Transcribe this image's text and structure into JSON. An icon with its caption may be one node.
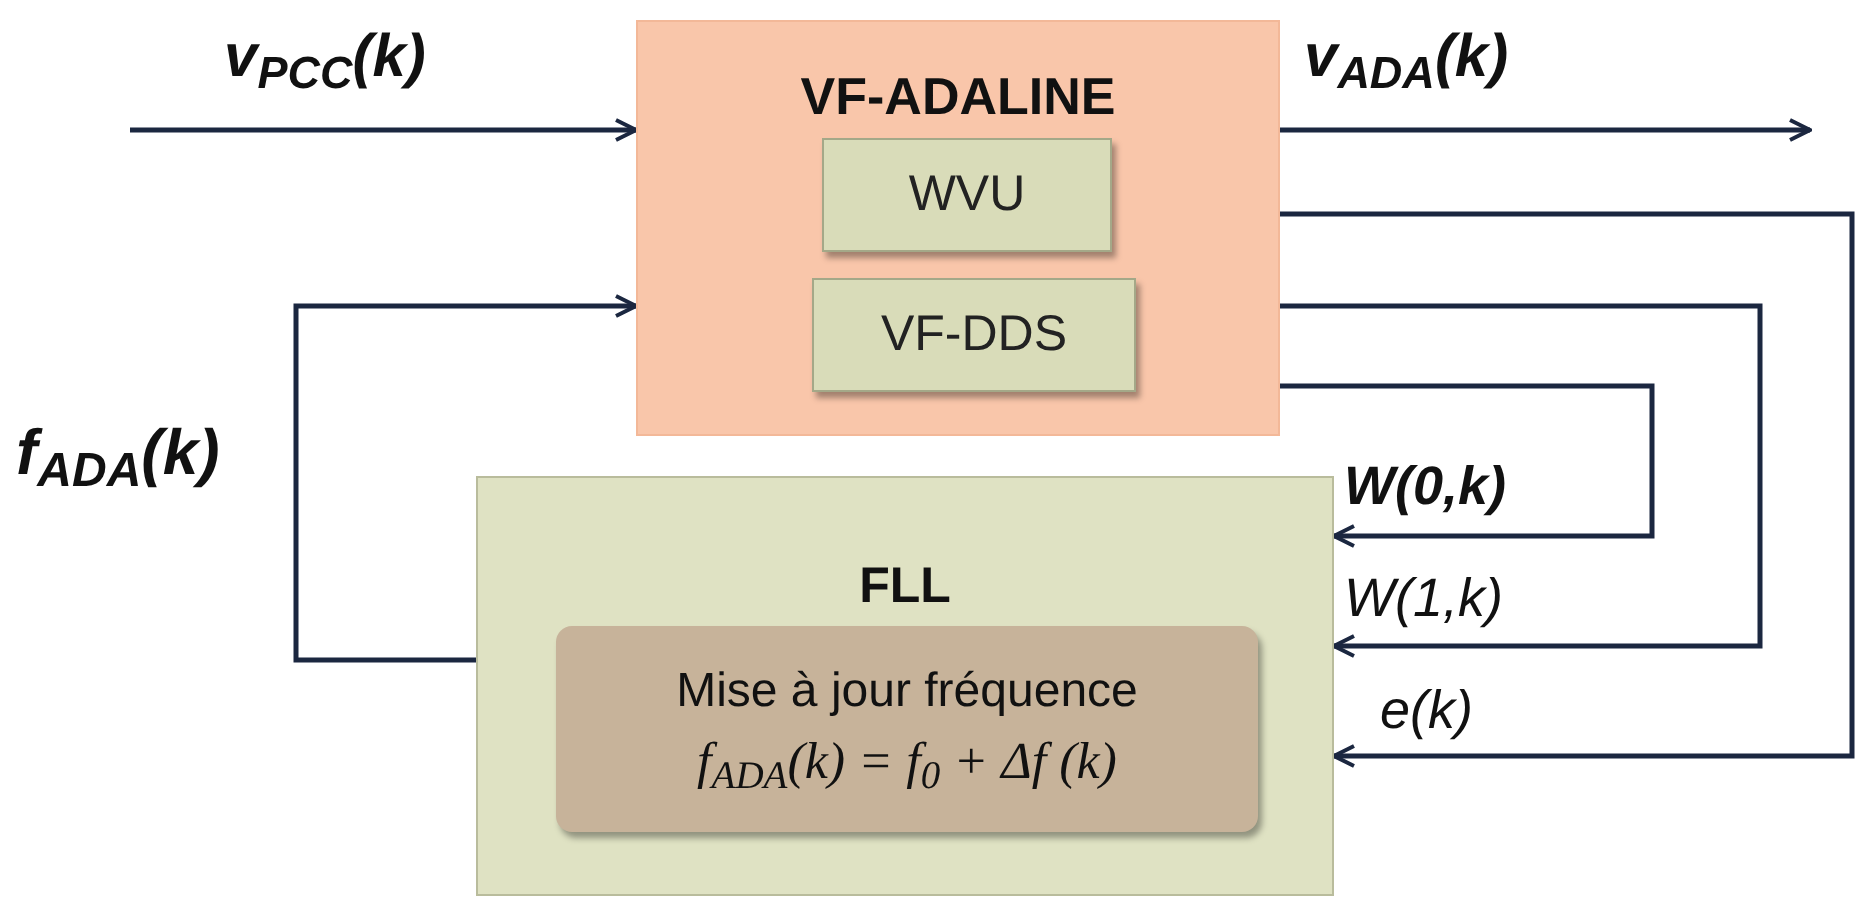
{
  "diagram": {
    "nodes": [
      {
        "text": [
          "VF-ADALINE"
        ]
      },
      {
        "text": [
          "WVU"
        ],
        "in": 0
      },
      {
        "text": [
          "VF-DDS"
        ],
        "in": 0
      },
      {
        "text": [
          "FLL"
        ]
      },
      {
        "text": [
          "Mise à jour fréquence",
          "f$_{ADA}$(k) = f$_{0}$ + Δf (k)"
        ],
        "in": 3
      }
    ],
    "edges": [
      {
        "from": null,
        "to": 0,
        "arrow": "to",
        "label": "v$_{PCC}$(k)"
      },
      {
        "from": 0,
        "to": null,
        "arrow": "to",
        "label": "v$_{ADA}$(k)"
      },
      {
        "from": 0,
        "to": 3,
        "arrow": "to",
        "label": "W(0,k)"
      },
      {
        "from": 0,
        "to": 3,
        "arrow": "to",
        "label": "W(1,k)"
      },
      {
        "from": 0,
        "to": 3,
        "arrow": "to",
        "label": "e(k)"
      },
      {
        "from": 3,
        "to": 0,
        "arrow": "to",
        "label": "f$_{ADA}$(k)"
      }
    ]
  }
}
